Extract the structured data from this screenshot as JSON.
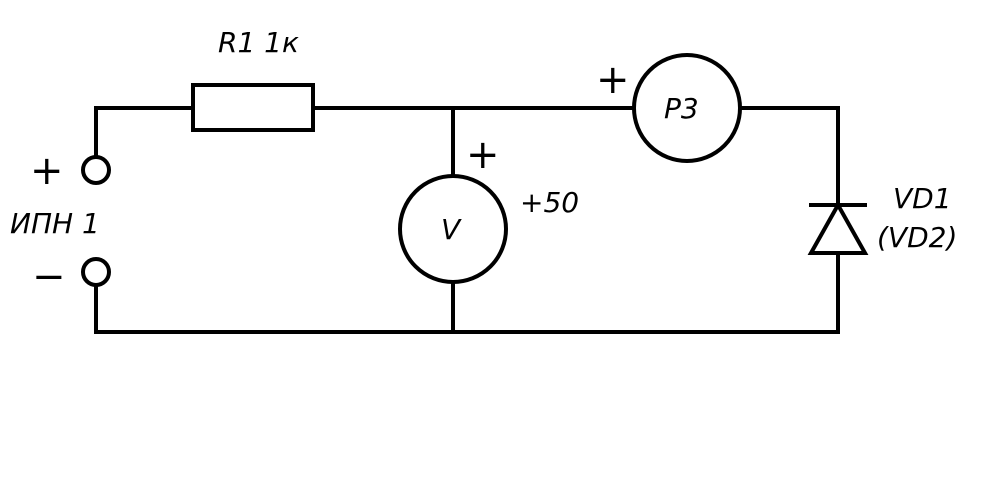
{
  "resistor": {
    "label": "R1 1к"
  },
  "source": {
    "label": "ИПН 1",
    "plus": "+",
    "minus": "−"
  },
  "voltmeter": {
    "symbol": "V",
    "plus": "+",
    "reading": "+50"
  },
  "meter": {
    "symbol": "P3",
    "plus": "+"
  },
  "diode": {
    "label_line1": "VD1",
    "label_line2": "(VD2)"
  }
}
